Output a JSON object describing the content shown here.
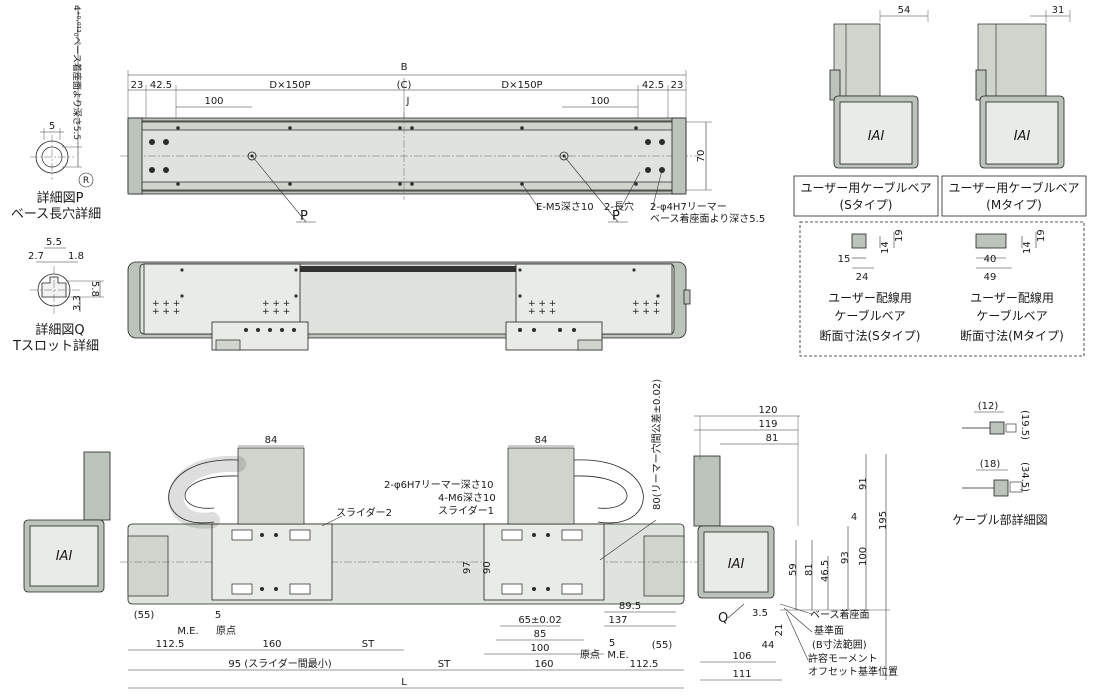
{
  "top_view": {
    "dims": {
      "B": "B",
      "C": "(C)",
      "J": "J",
      "d23": "23",
      "d42_5": "42.5",
      "dxp": "D×150P",
      "d100": "100",
      "d70": "70"
    },
    "labels": {
      "p": "P",
      "em5": "E-M5深さ10",
      "slot2": "2-長穴",
      "reamer": "2-φ4H7リーマー",
      "depth": "ベース着座面より深さ5.5"
    }
  },
  "detail_p": {
    "depth_label": "4⁺⁰·⁰¹²₀ベース着座面より深さ5.5",
    "d5": "5",
    "r": "R",
    "title1": "詳細図P",
    "title2": "ベース長穴詳細"
  },
  "detail_q": {
    "d5_5": "5.5",
    "d2_7": "2.7",
    "d1_8": "1.8",
    "d5_8": "5.8",
    "d3_3": "3.3",
    "title1": "詳細図Q",
    "title2": "Tスロット詳細"
  },
  "cable_s": {
    "dim": "54",
    "label1": "ユーザー用ケーブルベア",
    "label2": "(Sタイプ)"
  },
  "cable_m": {
    "dim": "31",
    "label1": "ユーザー用ケーブルベア",
    "label2": "(Mタイプ)"
  },
  "section_box": {
    "s": {
      "w15": "15",
      "w24": "24",
      "h14": "14",
      "h19": "19",
      "label1": "ユーザー配線用",
      "label2": "ケーブルベア",
      "label3": "断面寸法(Sタイプ)"
    },
    "m": {
      "w40": "40",
      "w49": "49",
      "h14": "14",
      "h19": "19",
      "label1": "ユーザー配線用",
      "label2": "ケーブルベア",
      "label3": "断面寸法(Mタイプ)"
    }
  },
  "cable_detail": {
    "d12": "(12)",
    "d19_5": "(19.5)",
    "d18": "(18)",
    "d34_5": "(34.5)",
    "title": "ケーブル部詳細図"
  },
  "front_view": {
    "dims": {
      "d84a": "84",
      "d84b": "84",
      "d97": "97",
      "d90": "90",
      "d55a": "(55)",
      "d55b": "(55)",
      "d5a": "5",
      "d5b": "5",
      "d112_5a": "112.5",
      "d112_5b": "112.5",
      "d160a": "160",
      "d160b": "160",
      "st1": "ST",
      "st2": "ST",
      "d95": "95 (スライダー間最小)",
      "L": "L",
      "d65": "65±0.02",
      "d85": "85",
      "d100": "100",
      "d137": "137",
      "d89_5": "89.5",
      "d80": "80(リーマー穴間公差±0.02)"
    },
    "labels": {
      "phi6": "2-φ6H7リーマー深さ10",
      "m6": "4-M6深さ10",
      "slider1": "スライダー1",
      "slider2": "スライダー2",
      "me1": "M.E.",
      "origin1": "原点",
      "me2": "M.E.",
      "origin2": "原点"
    }
  },
  "side_view": {
    "dims": {
      "d120": "120",
      "d119": "119",
      "d81": "81",
      "d91": "91",
      "d4": "4",
      "d195": "195",
      "d100": "100",
      "d93": "93",
      "d59": "59",
      "d81b": "81",
      "d46_5": "46.5",
      "d3_5": "3.5",
      "d21": "21",
      "d44": "44",
      "d106": "106",
      "d111": "111"
    },
    "labels": {
      "q": "Q",
      "seat": "ベース着座面",
      "ref": "基準面",
      "brange": "(B寸法範囲)",
      "moment1": "許容モーメント",
      "moment2": "オフセット基準位置"
    }
  }
}
